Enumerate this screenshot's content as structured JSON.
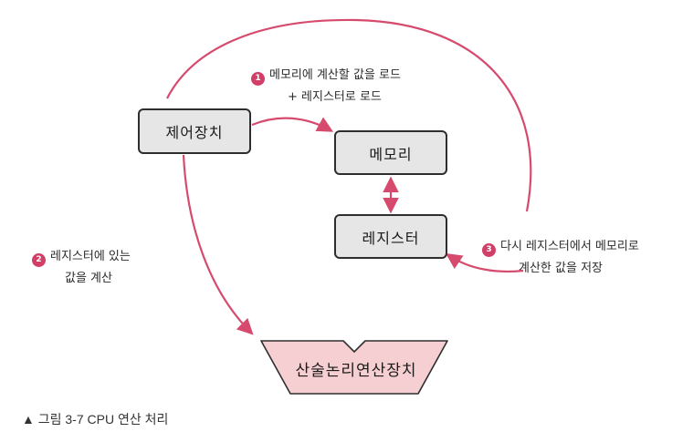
{
  "nodes": {
    "control_unit": "제어장치",
    "memory": "메모리",
    "register": "레지스터",
    "alu": "산술논리연산장치"
  },
  "steps": [
    {
      "number": "1",
      "line1": "메모리에 계산할 값을 로드",
      "line2": "+ 레지스터로 로드"
    },
    {
      "number": "2",
      "line1": "레지스터에 있는",
      "line2": "값을 계산"
    },
    {
      "number": "3",
      "line1": "다시 레지스터에서 메모리로",
      "line2": "계산한 값을 저장"
    }
  ],
  "caption": "▲ 그림 3-7 CPU 연산 처리",
  "colors": {
    "arrow": "#d64a6e",
    "badge": "#d13e66",
    "box_fill": "#e6e6e6",
    "alu_fill": "#f6cfd2"
  }
}
